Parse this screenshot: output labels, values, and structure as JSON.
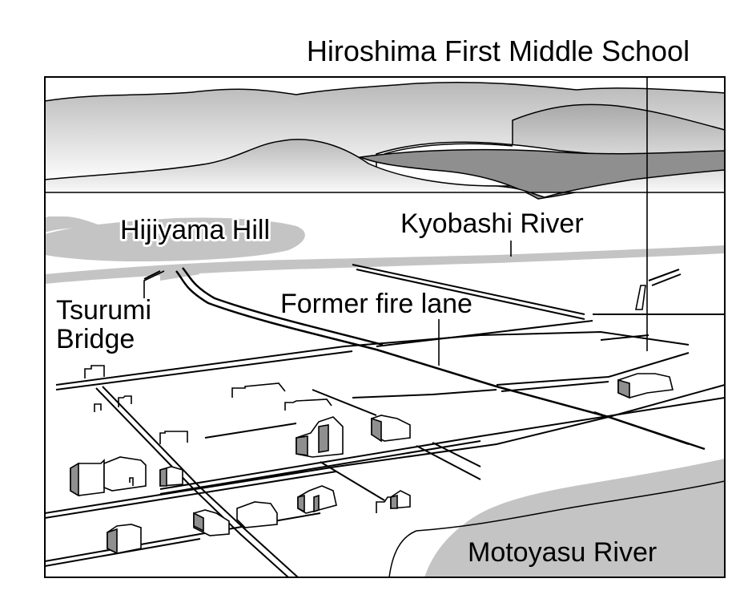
{
  "labels": {
    "school": "Hiroshima First Middle School",
    "hijiyama": "Hijiyama Hill",
    "kyobashi": "Kyobashi River",
    "tsurumi_line1": "Tsurumi",
    "tsurumi_line2": "Bridge",
    "fire_lane": "Former fire lane",
    "motoyasu": "Motoyasu River"
  },
  "colors": {
    "river": "#c4c4c4",
    "water_dark": "#8f8f8f",
    "mountain_gradient_top": "#b8b8b8",
    "mountain_gradient_bottom": "#ffffff",
    "line": "#000000"
  }
}
